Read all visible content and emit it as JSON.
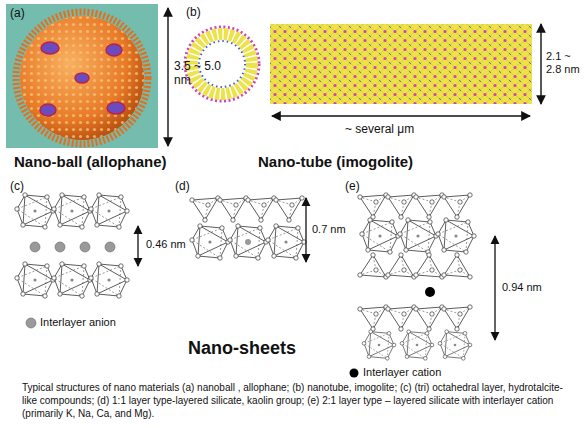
{
  "diagram": {
    "caption": "Typical structures of nano materials (a) nanoball , allophane; (b) nanotube, imogolite; (c) (tri) octahedral layer, hydrotalcite-like compounds; (d) 1:1 layer type-layered silicate, kaolin group; (e) 2:1 layer type – layered silicate with interlayer cation (primarily K, Na, Ca, and Mg).",
    "labels": [
      "(a)",
      "3.5 ~ 5.0 nm",
      "Nano-ball (allophane)",
      "(b)",
      "2.1 ~ 2.8 nm",
      "~ several μm",
      "Nano-tube (imogolite)",
      "(c)",
      "0.46 nm",
      "Interlayer anion",
      "(d)",
      "0.7 nm",
      "(e)",
      "0.94 nm",
      "Interlayer cation",
      "Nano-sheets"
    ]
  }
}
